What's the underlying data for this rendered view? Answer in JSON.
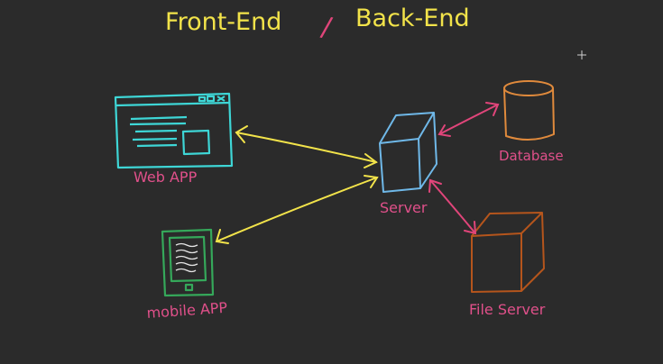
{
  "title": {
    "front": "Front-End",
    "slash": "/",
    "back": "Back-End"
  },
  "nodes": {
    "web_app": "Web APP",
    "mobile_app": "mobile APP",
    "server": "Server",
    "database": "Database",
    "file_server": "File Server"
  },
  "colors": {
    "background": "#2b2b2b",
    "title": "#f2e34a",
    "slash": "#e0457a",
    "web_app": "#3ed6d6",
    "mobile_app": "#35a85a",
    "server": "#6fb8e8",
    "database": "#e08a3c",
    "file_server": "#b5551c",
    "label": "#e0508a",
    "front_arrow": "#f2e34a",
    "back_arrow": "#e0457a",
    "cursor": "#cfcfcf"
  }
}
